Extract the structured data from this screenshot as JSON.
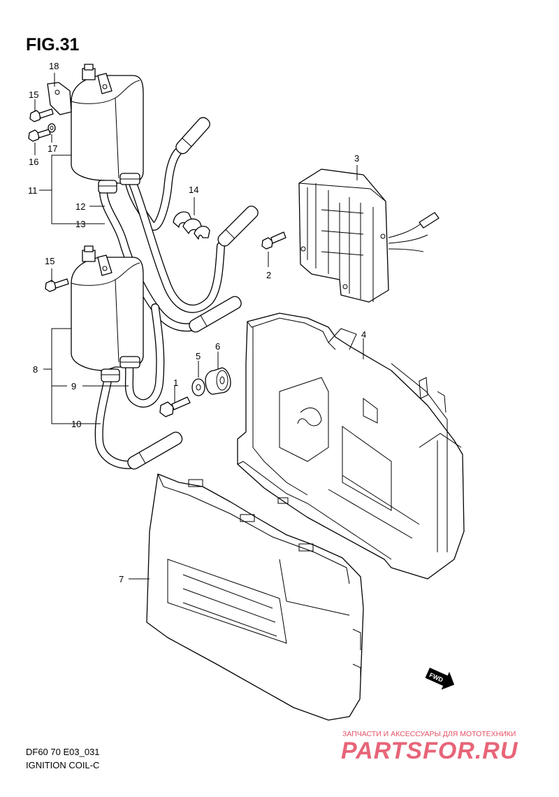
{
  "figure": {
    "title": "FIG.31",
    "code": "DF60 70 E03_031",
    "name": "IGNITION COIL-C"
  },
  "callouts": [
    "1",
    "2",
    "3",
    "4",
    "5",
    "6",
    "7",
    "8",
    "9",
    "10",
    "11",
    "12",
    "13",
    "14",
    "15",
    "15",
    "16",
    "17",
    "18"
  ],
  "fwd_label": "FWD",
  "watermark": {
    "tagline": "ЗАПЧАСТИ И АКСЕССУАРЫ ДЛЯ МОТОТЕХНИКИ",
    "logo": "PARTSFOR.RU",
    "color": "#e0324b"
  }
}
